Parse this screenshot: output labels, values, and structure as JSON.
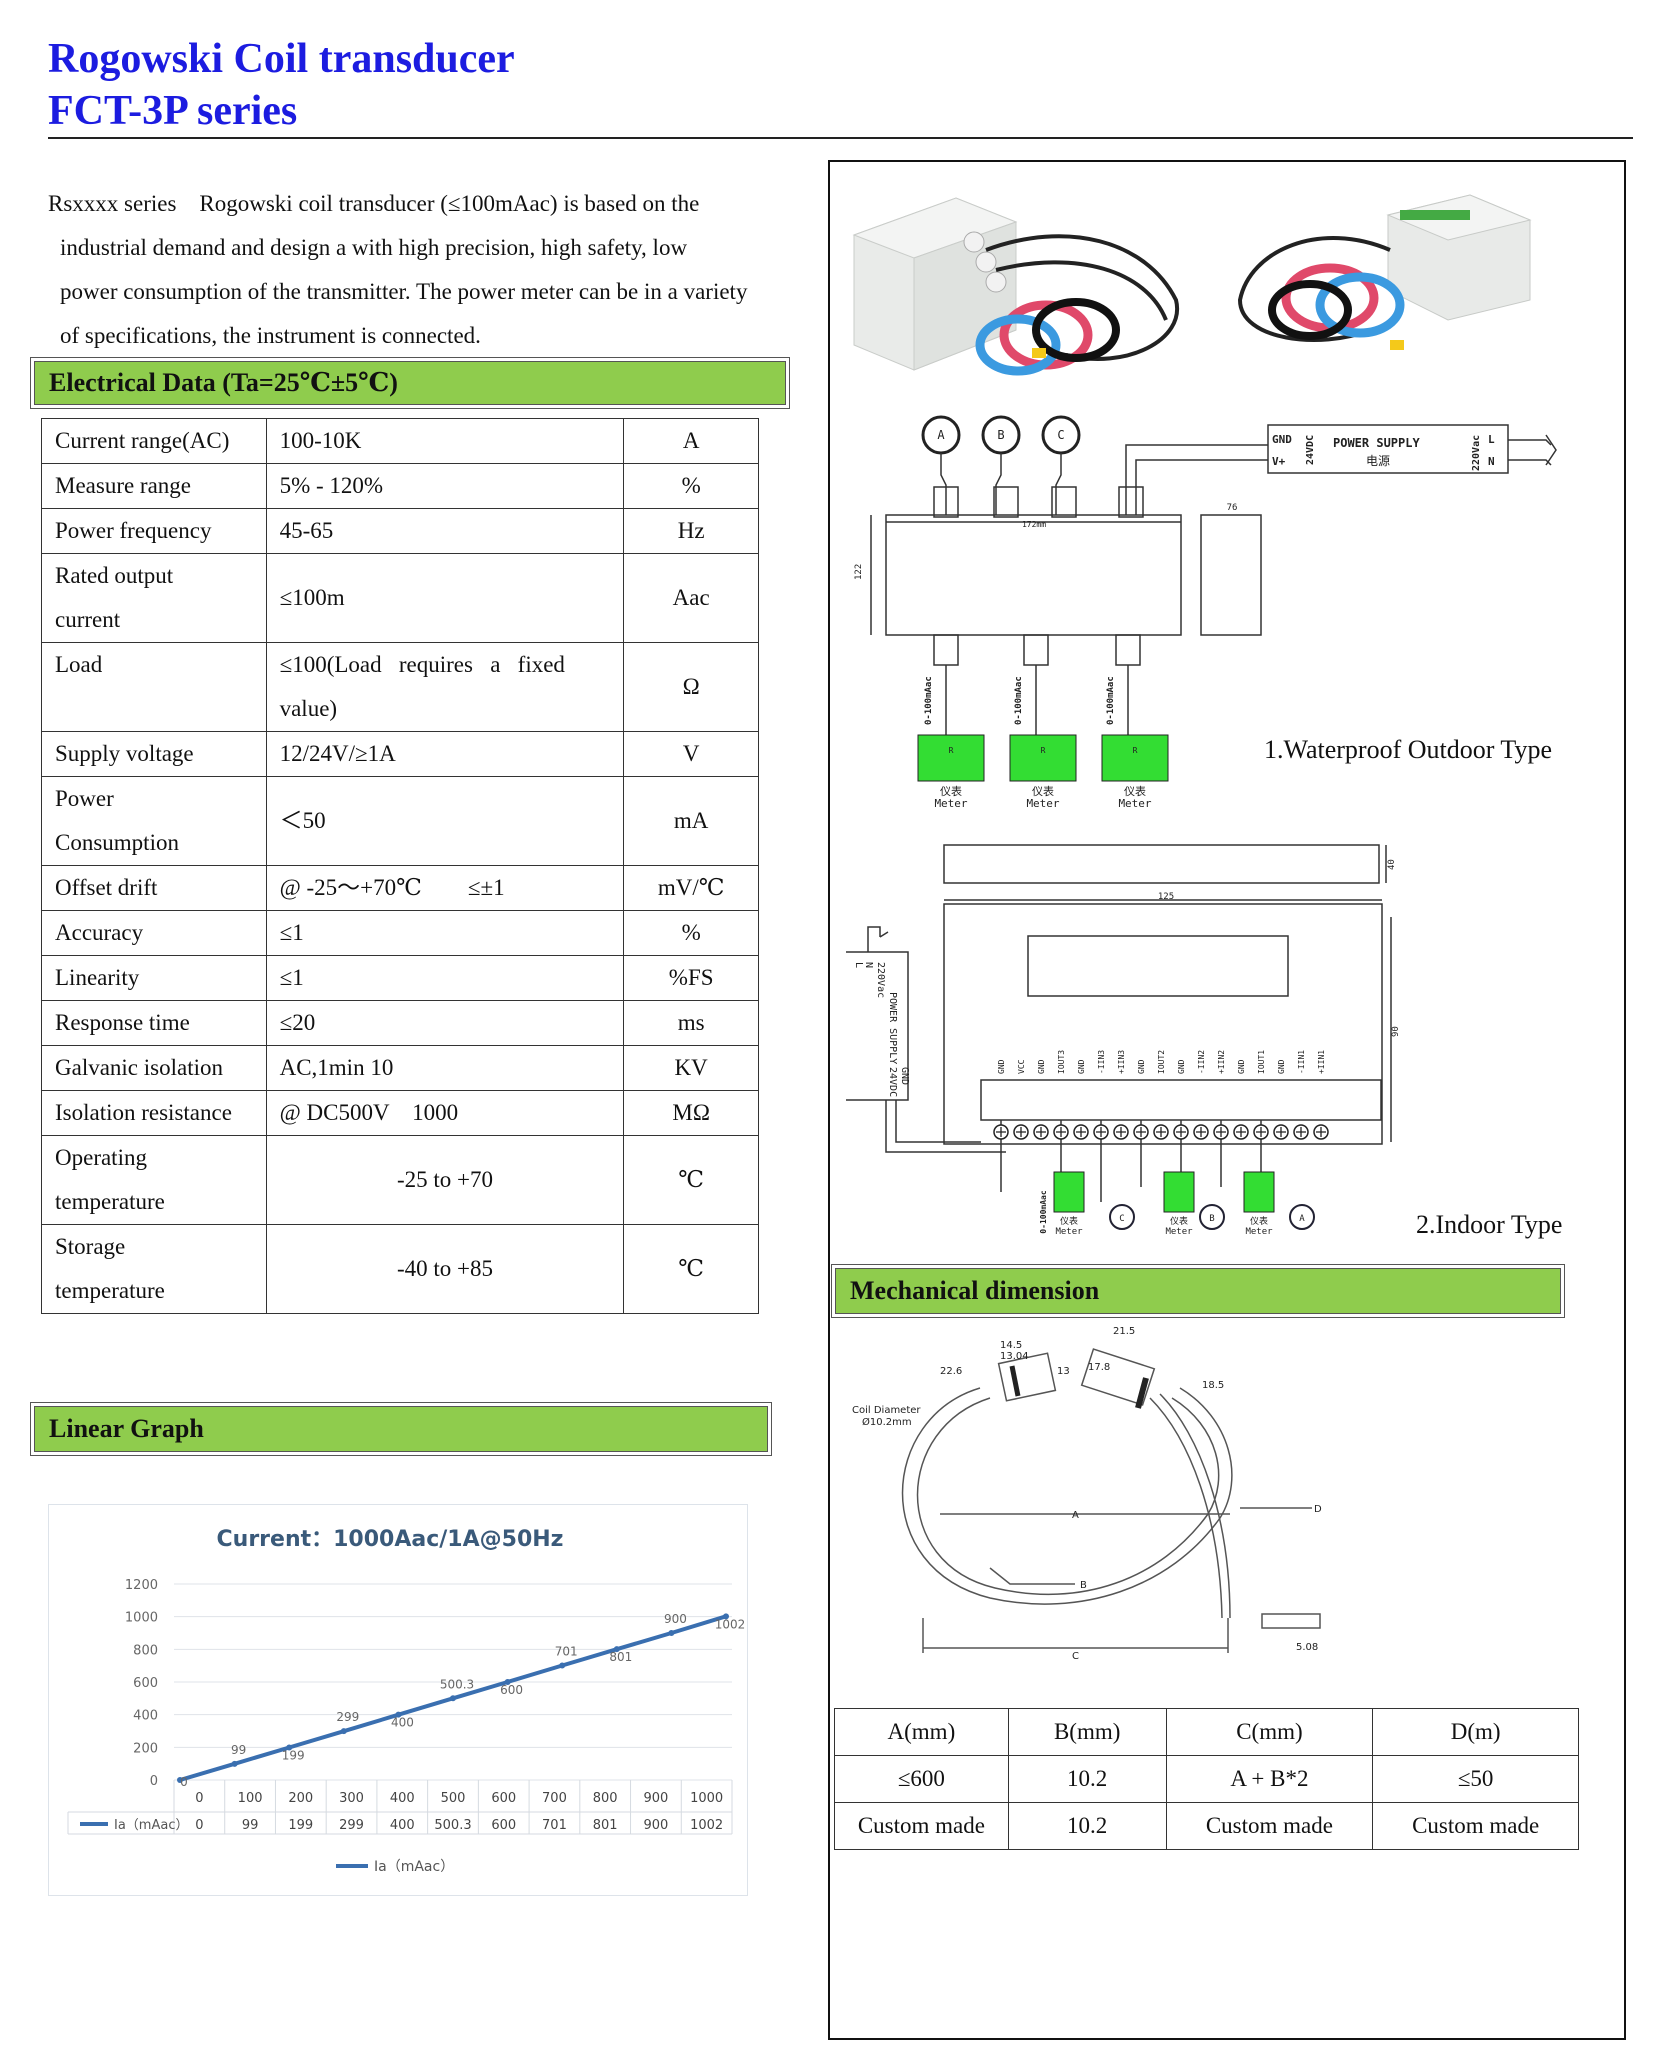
{
  "header": {
    "title_line1": "Rogowski Coil transducer",
    "title_line2": "FCT-3P series"
  },
  "intro": {
    "lines": [
      "Rsxxxx series    Rogowski coil transducer (≤100mAac) is based on the",
      "industrial demand and design a with high precision, high safety, low",
      "power consumption of the transmitter. The power meter can be in a variety",
      "of specifications, the instrument is connected."
    ]
  },
  "sections": {
    "electrical": "Electrical Data (Ta=25℃±5℃)",
    "linear": "Linear Graph",
    "mechanical": "Mechanical dimension"
  },
  "electrical_table": [
    {
      "param": "Current range(AC)",
      "value": "100-10K",
      "unit": "A"
    },
    {
      "param": "Measure range",
      "value": "5% - 120%",
      "unit": "%"
    },
    {
      "param": "Power frequency",
      "value": "45-65",
      "unit": "Hz"
    },
    {
      "param": "Rated output current",
      "param_l1": "Rated output",
      "param_l2": "current",
      "value": "≤100m",
      "unit": "Aac"
    },
    {
      "param": "Load",
      "value": "≤100(Load requires a fixed value)",
      "value_l1": "≤100(Load   requires   a   fixed",
      "value_l2": "value)",
      "unit": "Ω"
    },
    {
      "param": "Supply voltage",
      "value": "12/24V/≥1A",
      "unit": "V"
    },
    {
      "param": "Power Consumption",
      "param_l1": "Power",
      "param_l2": "Consumption",
      "value": "＜50",
      "unit": "mA"
    },
    {
      "param": "Offset drift",
      "value": "@ -25～+70℃        ≤±1",
      "unit": "mV/℃"
    },
    {
      "param": "Accuracy",
      "value": "≤1",
      "unit": "%"
    },
    {
      "param": "Linearity",
      "value": "≤1",
      "unit": "%FS"
    },
    {
      "param": "Response time",
      "value": "≤20",
      "unit": "ms"
    },
    {
      "param": "Galvanic isolation",
      "value": "AC,1min 10",
      "unit": "KV"
    },
    {
      "param": "Isolation resistance",
      "value": "@ DC500V    1000",
      "unit": "MΩ"
    },
    {
      "param": "Operating temperature",
      "param_l1": "Operating",
      "param_l2": "temperature",
      "value": "-25 to +70",
      "unit": "℃"
    },
    {
      "param": "Storage temperature",
      "param_l1": "Storage",
      "param_l2": "temperature",
      "value": "-40 to +85",
      "unit": "℃"
    }
  ],
  "diagram_labels": {
    "type1": "1.Waterproof Outdoor Type",
    "type2": "2.Indoor Type",
    "phases": [
      "A",
      "B",
      "C"
    ],
    "power_supply": "POWER SUPPLY",
    "power_supply_cn": "电源",
    "gnd": "GND",
    "vplus": "V+",
    "v24": "24VDC",
    "v220": "220Vac",
    "L": "L",
    "N": "N",
    "meter_cn": "仪表",
    "meter": "Meter",
    "R": "R",
    "signal": "0-100mAac",
    "dim_172": "172mm",
    "dim_122": "122",
    "dim_76": "76",
    "dim_40": "40",
    "dim_125": "125",
    "dim_90": "90",
    "terminals": [
      "GND",
      "VCC",
      "GND",
      "IOUT3",
      "GND",
      "-IIN3",
      "+IIN3",
      "GND",
      "IOUT2",
      "GND",
      "-IIN2",
      "+IIN2",
      "GND",
      "IOUT1",
      "GND",
      "-IIN1",
      "+IIN1"
    ]
  },
  "coil_labels": {
    "coil_diameter": "Coil Diameter",
    "coil_diameter_val": "Ø10.2mm",
    "d1": "22.6",
    "d2": "14.5",
    "d3": "13.04",
    "d4": "13",
    "d5": "21.5",
    "d6": "17.8",
    "d7": "18.5",
    "d8": "5.08",
    "A": "A",
    "B": "B",
    "C": "C",
    "D": "D"
  },
  "mech_table": {
    "headers": [
      "A(mm)",
      "B(mm)",
      "C(mm)",
      "D(m)"
    ],
    "rows": [
      [
        "≤600",
        "10.2",
        "A + B*2",
        "≤50"
      ],
      [
        "Custom made",
        "10.2",
        "Custom made",
        "Custom made"
      ]
    ]
  },
  "chart_data": {
    "type": "line",
    "title": "Current：1000Aac/1A@50Hz",
    "x": [
      0,
      100,
      200,
      300,
      400,
      500,
      600,
      700,
      800,
      900,
      1000
    ],
    "series": [
      {
        "name": "Ia（mAac）",
        "values": [
          0,
          99,
          199,
          299,
          400,
          500.3,
          600,
          701,
          801,
          900,
          1002
        ],
        "color": "#3a6fb0"
      }
    ],
    "ylim": [
      0,
      1200
    ],
    "yticks": [
      0,
      200,
      400,
      600,
      800,
      1000,
      1200
    ],
    "data_labels": [
      "0",
      "99",
      "199",
      "299",
      "400",
      "500.3",
      "600",
      "701",
      "801",
      "900",
      "1002"
    ],
    "data_table_label": "Ia（mAac）",
    "legend": "bottom",
    "grid": true
  },
  "colors": {
    "title_blue": "#1c1ce0",
    "section_green": "#8fcc4d",
    "meter_green": "#33dd33",
    "chart_title": "#3a5a7a",
    "series_blue": "#3a6fb0"
  }
}
